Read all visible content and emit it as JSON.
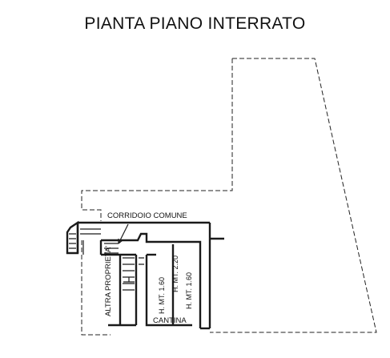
{
  "plan": {
    "title": "PIANTA PIANO INTERRATO",
    "labels": {
      "corridor": "CORRIDOIO COMUNE",
      "cellar": "CANTINA",
      "other_property": "ALTRA PROPRIETA'",
      "height_1": "H. MT. 1.60",
      "height_2": "H. MT. 2.20",
      "height_3": "H. MT. 1.60"
    }
  }
}
